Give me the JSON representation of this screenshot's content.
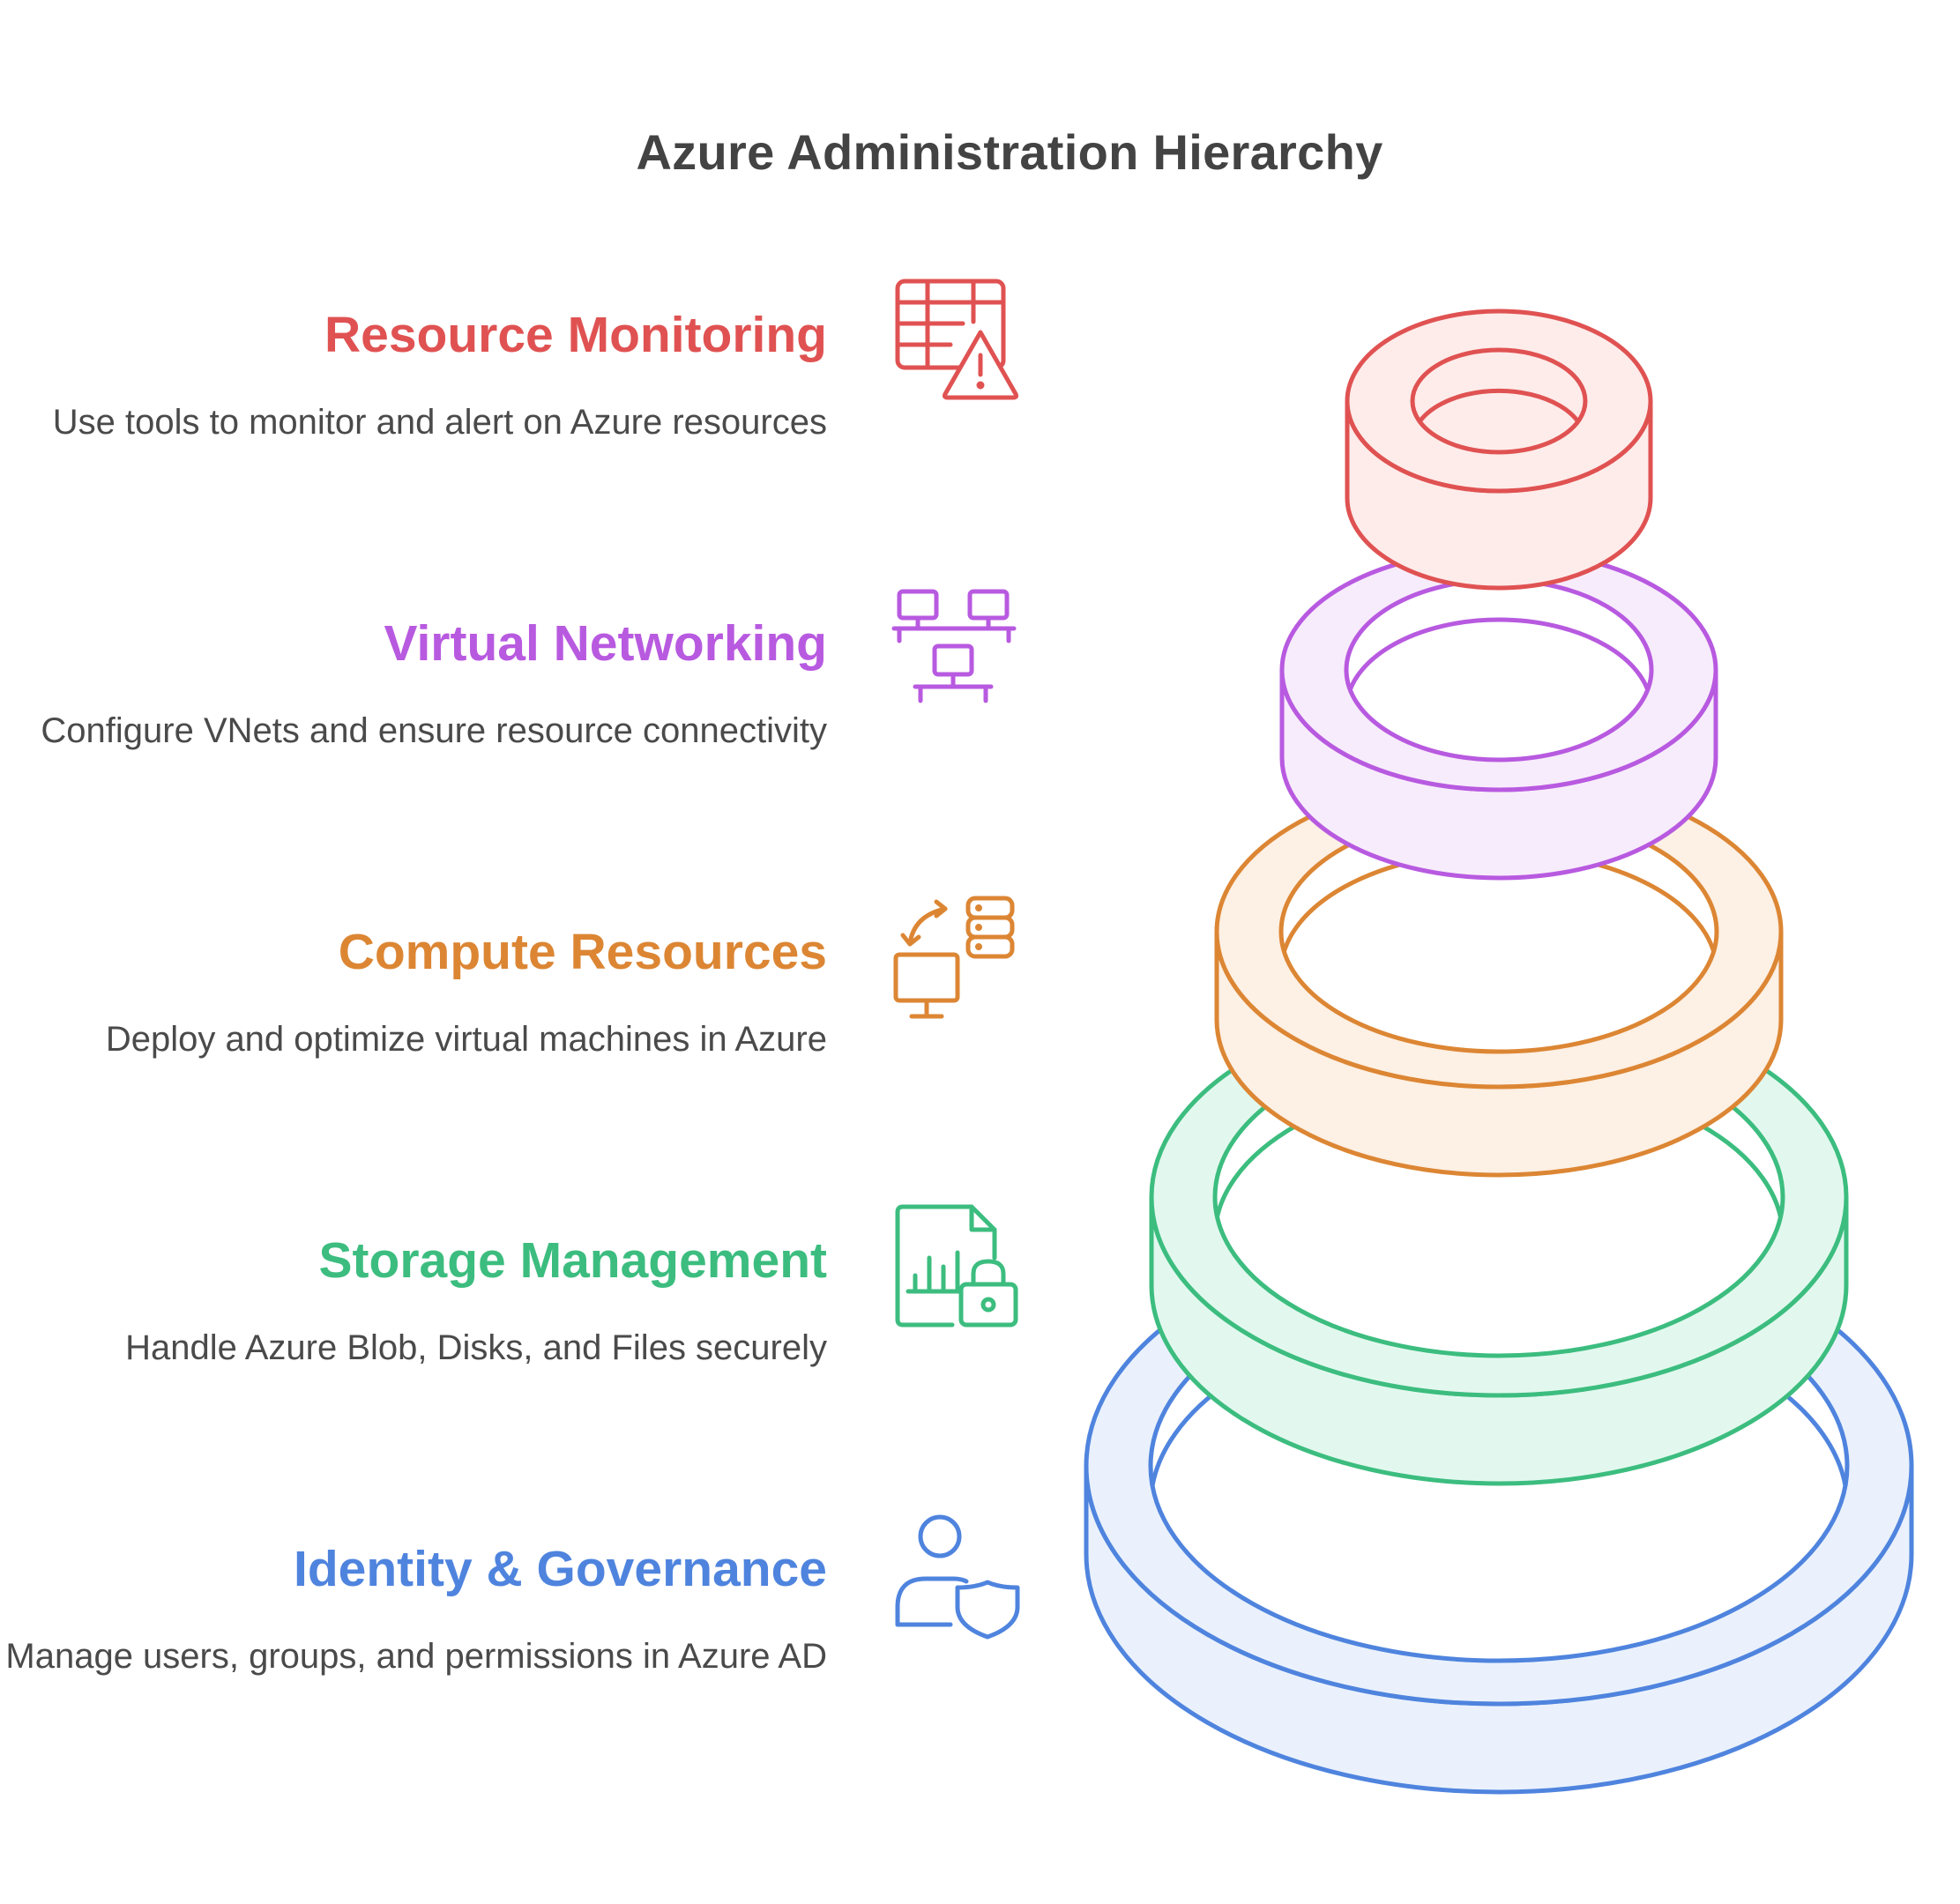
{
  "title": "Azure Administration Hierarchy",
  "levels": [
    {
      "title": "Resource Monitoring",
      "description": "Use tools to monitor and alert on Azure resources",
      "color": "#e05252",
      "fill": "#fdecea",
      "icon": "spreadsheet-warning-icon"
    },
    {
      "title": "Virtual Networking",
      "description": "Configure VNets and ensure resource connectivity",
      "color": "#b85ae0",
      "fill": "#f7ecfb",
      "icon": "network-computers-icon"
    },
    {
      "title": "Compute Resources",
      "description": "Deploy and optimize virtual machines in Azure",
      "color": "#dc8634",
      "fill": "#fdf0e4",
      "icon": "computer-server-sync-icon"
    },
    {
      "title": "Storage Management",
      "description": "Handle Azure Blob, Disks, and Files securely",
      "color": "#3cbd7f",
      "fill": "#e2f8ee",
      "icon": "secure-file-chart-icon"
    },
    {
      "title": "Identity & Governance",
      "description": "Manage users, groups, and permissions in Azure AD",
      "color": "#4f84de",
      "fill": "#eaf1fc",
      "icon": "user-shield-icon"
    }
  ]
}
